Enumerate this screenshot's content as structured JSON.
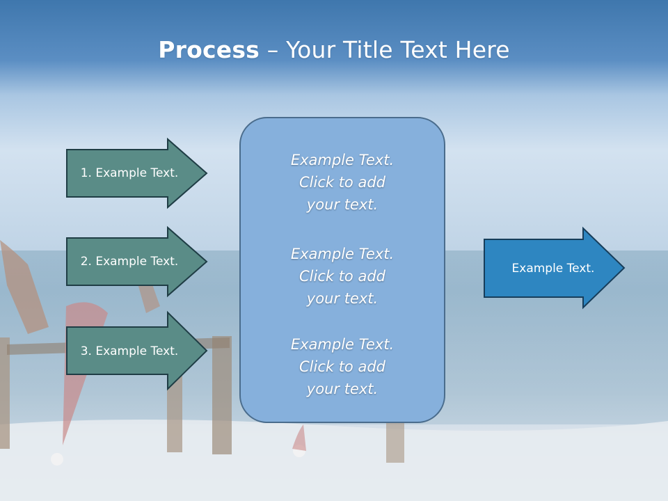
{
  "title": {
    "bold": "Process",
    "rest": " – Your Title Text Here"
  },
  "left_items": [
    "1. Example Text.",
    "2. Example Text.",
    "3. Example Text."
  ],
  "center_blocks": [
    [
      "Example Text.",
      "Click  to add",
      "your text."
    ],
    [
      "Example Text.",
      "Click  to add",
      "your text."
    ],
    [
      "Example Text.",
      "Click  to add",
      "your text."
    ]
  ],
  "right_item": "Example Text.",
  "colors": {
    "left_arrow_fill": "#5a8c87",
    "right_arrow_fill": "#2e86c1",
    "center_box_fill": "#86b0dc",
    "title_band": "#4f85b8"
  },
  "background": {
    "image": "beach-with-santa-hat-chairs"
  }
}
